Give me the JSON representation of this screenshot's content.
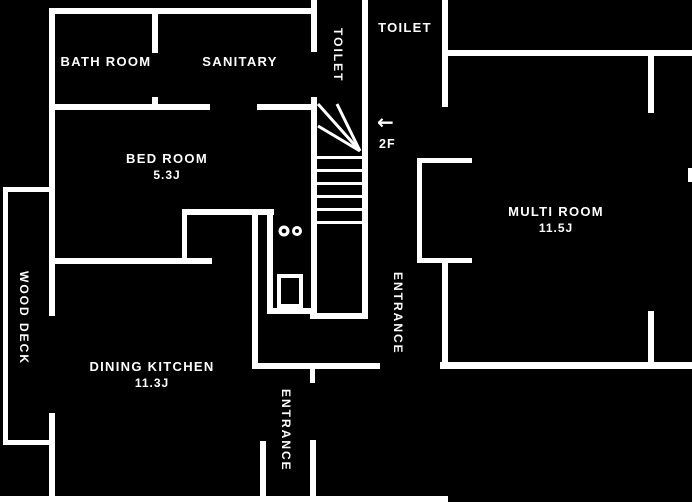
{
  "colors": {
    "background": "#000000",
    "wall": "#ffffff",
    "text": "#ffffff"
  },
  "rooms": {
    "bath": {
      "name": "BATH ROOM"
    },
    "sanitary": {
      "name": "SANITARY"
    },
    "toilet_stair": {
      "name": "TOILET"
    },
    "toilet_upper": {
      "name": "TOILET"
    },
    "bed": {
      "name": "BED ROOM",
      "size": "5.3J"
    },
    "multi": {
      "name": "MULTI ROOM",
      "size": "11.5J"
    },
    "dining_kitchen": {
      "name": "DINING KITCHEN",
      "size": "11.3J"
    },
    "wood_deck": {
      "name": "WOOD DECK"
    },
    "entrance_hall": {
      "name": "ENTRANCE"
    },
    "entrance_porch": {
      "name": "ENTRANCE"
    }
  },
  "stairs": {
    "arrow": "←",
    "floor_label": "2F"
  }
}
